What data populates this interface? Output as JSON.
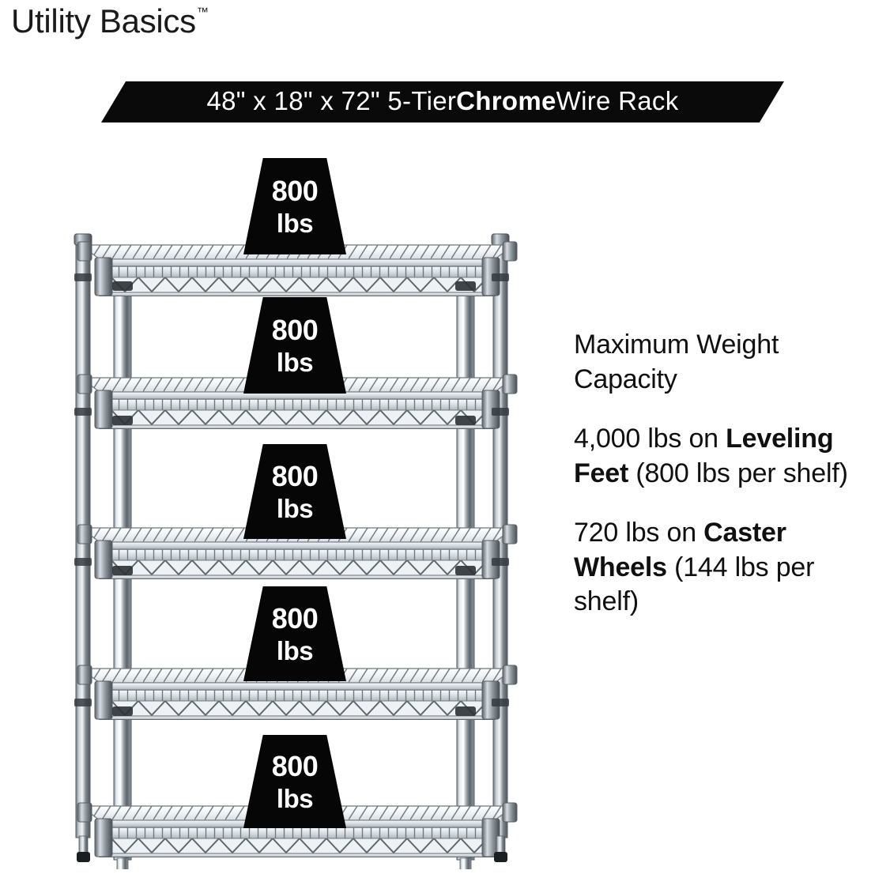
{
  "brand": {
    "name": "Utility Basics",
    "trademark": "™"
  },
  "banner": {
    "prefix": "48\" x 18\" x 72\" 5-Tier ",
    "emphasis": "Chrome",
    "suffix": " Wire Rack",
    "background_color": "#0a0a0a",
    "text_color": "#ffffff"
  },
  "callouts": {
    "number": "800",
    "unit": "lbs",
    "background_color": "#060606",
    "text_color": "#ffffff",
    "items": [
      {
        "number": "800",
        "unit": "lbs"
      },
      {
        "number": "800",
        "unit": "lbs"
      },
      {
        "number": "800",
        "unit": "lbs"
      },
      {
        "number": "800",
        "unit": "lbs"
      },
      {
        "number": "800",
        "unit": "lbs"
      }
    ]
  },
  "specs": {
    "heading": "Maximum Weight Capacity",
    "leveling": {
      "lead": "4,000 lbs on ",
      "bold": "Leveling Feet",
      "tail": " (800 lbs per shelf)"
    },
    "caster": {
      "lead": "720 lbs on ",
      "bold": "Caster Wheels",
      "tail": " (144 lbs per shelf)"
    }
  },
  "product": {
    "shelf_count": 5,
    "finish": "chrome",
    "width_in": 48,
    "depth_in": 18,
    "height_in": 72,
    "feet_type": "leveling-feet"
  },
  "colors": {
    "background": "#ffffff",
    "ink": "#101010",
    "chrome_light": "#f4f6f8",
    "chrome_mid": "#b9c0c7",
    "chrome_dark": "#6b747c",
    "chrome_shadow": "#3b4247"
  }
}
